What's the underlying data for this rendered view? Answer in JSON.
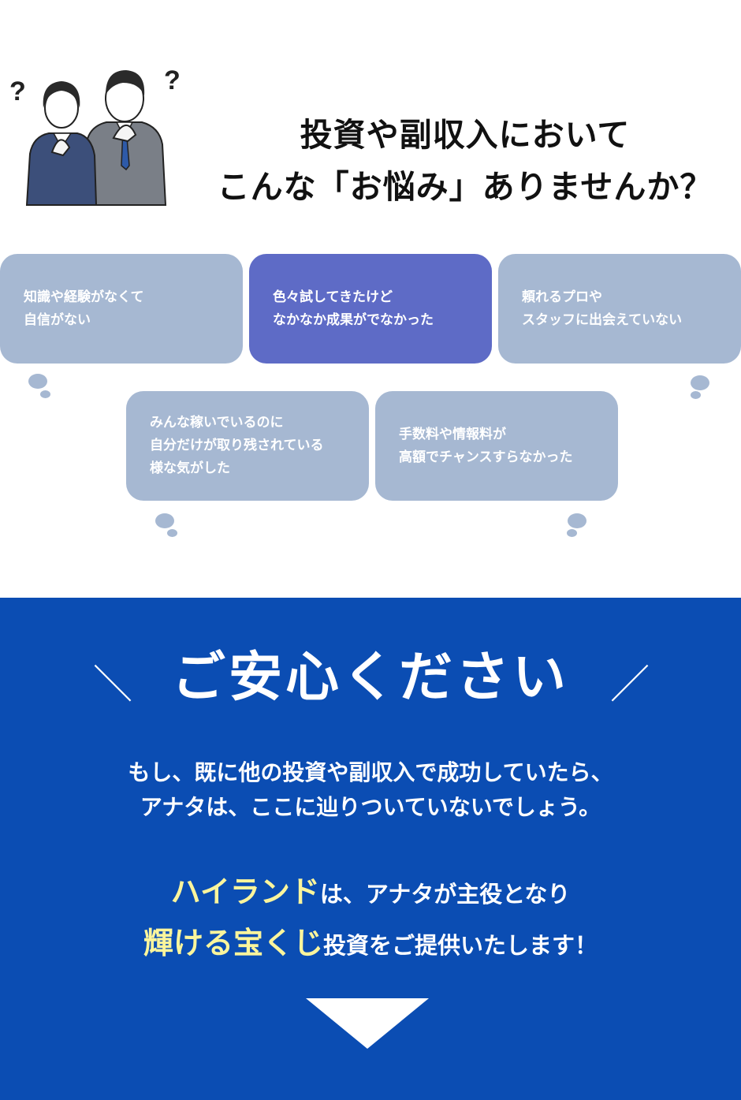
{
  "question_marks": [
    "?",
    "?"
  ],
  "heading": {
    "line1": "投資や副収入において",
    "line2": "こんな「お悩み」ありませんか？"
  },
  "worries": [
    {
      "lines": [
        "知識や経験がなくて",
        "自信がない"
      ]
    },
    {
      "lines": [
        "色々試してきたけど",
        "なかなか成果がでなかった"
      ]
    },
    {
      "lines": [
        "頼れるプロや",
        "スタッフに出会えていない"
      ]
    },
    {
      "lines": [
        "みんな稼いでいるのに",
        "自分だけが取り残されている",
        "様な気がした"
      ]
    },
    {
      "lines": [
        "手数料や情報料が",
        "高額でチャンスすらなかった"
      ]
    }
  ],
  "reassure": {
    "left_slash": "＼",
    "title": "ご安心ください",
    "right_slash": "／"
  },
  "description": {
    "line1": "もし、既に他の投資や副収入で成功していたら、",
    "line2": "アナタは、ここに辿りついていないでしょう。"
  },
  "promo": {
    "brand": "ハイランド",
    "line1_rest": "は、アナタが主役となり",
    "highlight2": "輝ける宝くじ",
    "line2_rest": "投資をご提供いたします！"
  },
  "colors": {
    "bubble": "#a6b8d2",
    "bubble_accent": "#5e6bc6",
    "section_bg": "#0b4db3",
    "highlight": "#fbf59c"
  }
}
